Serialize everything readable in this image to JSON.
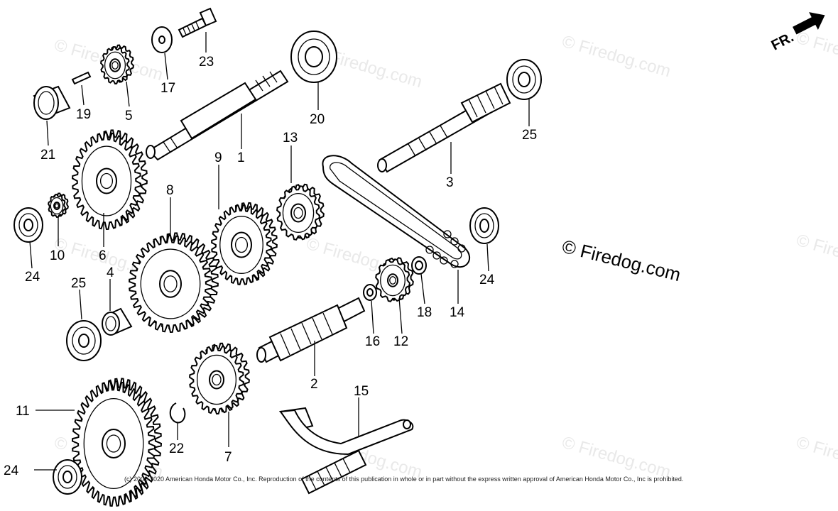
{
  "watermark": {
    "text": "© Firedog.com",
    "copyright": "(c) 2002-2020 American Honda Motor Co., Inc. Reproduction of the contents of this publication in whole or in part without the express written approval of American Honda Motor Co., Inc is prohibited."
  },
  "direction": {
    "label": "FR."
  },
  "parts": {
    "p1": "1",
    "p2": "2",
    "p3": "3",
    "p4": "4",
    "p5": "5",
    "p6": "6",
    "p7": "7",
    "p8": "8",
    "p9": "9",
    "p10": "10",
    "p11": "11",
    "p12": "12",
    "p13": "13",
    "p14": "14",
    "p15": "15",
    "p16": "16",
    "p17": "17",
    "p18": "18",
    "p19": "19",
    "p20": "20",
    "p21": "21",
    "p22": "22",
    "p23": "23",
    "p24a": "24",
    "p24b": "24",
    "p24c": "24",
    "p25a": "25",
    "p25b": "25"
  }
}
